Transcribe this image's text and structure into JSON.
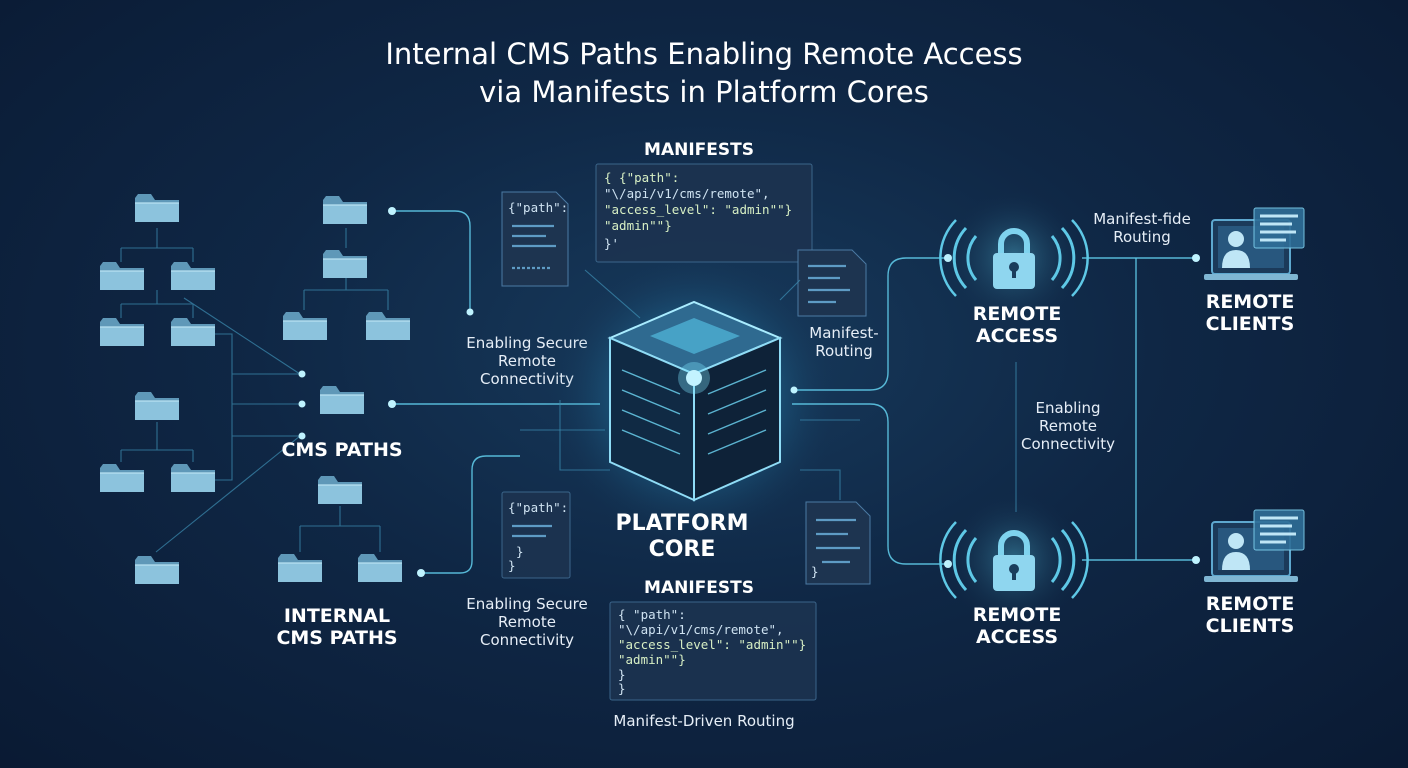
{
  "title": {
    "line1": "Internal CMS Paths Enabling Remote Access",
    "line2": "via Manifests in Platform Cores"
  },
  "labels": {
    "cms_paths": "CMS PATHS",
    "internal_cms_paths_1": "INTERNAL",
    "internal_cms_paths_2": "CMS PATHS",
    "platform_core_1": "PLATFORM",
    "platform_core_2": "CORE",
    "manifests_top": "MANIFESTS",
    "manifests_bottom": "MANIFESTS",
    "enabling_top": [
      "Enabling Secure",
      "Remote",
      "Connectivity"
    ],
    "enabling_bottom": [
      "Enabling Secure",
      "Remote",
      "Connectivity"
    ],
    "manifest_routing": [
      "Manifest-",
      "Routing"
    ],
    "manifest_driven_routing": "Manifest-Driven Routing",
    "remote_access_top": [
      "REMOTE",
      "ACCESS"
    ],
    "remote_access_bottom": [
      "REMOTE",
      "ACCESS"
    ],
    "enabling_remote": [
      "Enabling",
      "Remote",
      "Connectivity"
    ],
    "manifest_fide_routing": [
      "Manifest-fide",
      "Routing"
    ],
    "remote_clients_top": [
      "REMOTE",
      "CLIENTS"
    ],
    "remote_clients_bottom": [
      "REMOTE",
      "CLIENTS"
    ]
  },
  "code_top": [
    "{ {\"path\":",
    "  \"\\/api/v1/cms/remote\",",
    "  \"access_level\": \"admin\"\"}",
    "  \"admin\"\"}",
    "}'"
  ],
  "code_bottom": [
    "{ \"path\":",
    "  \"\\/api/v1/cms/remote\",",
    "  \"access_level\": \"admin\"\"}",
    "  \"admin\"\"}",
    "  }",
    "}"
  ],
  "snippet_top": "{\"path\":",
  "snippet_bottom": [
    "{\"path\":",
    "}",
    "}"
  ],
  "snippet_doc_bottom": "}",
  "colors": {
    "background": "#0f2745",
    "accent": "#5ec8e6",
    "folder": "#7fb6d3",
    "text": "#ffffff"
  },
  "icons": [
    "folder-icon",
    "lock-icon",
    "document-icon",
    "laptop-user-icon",
    "platform-core-cube-icon"
  ]
}
